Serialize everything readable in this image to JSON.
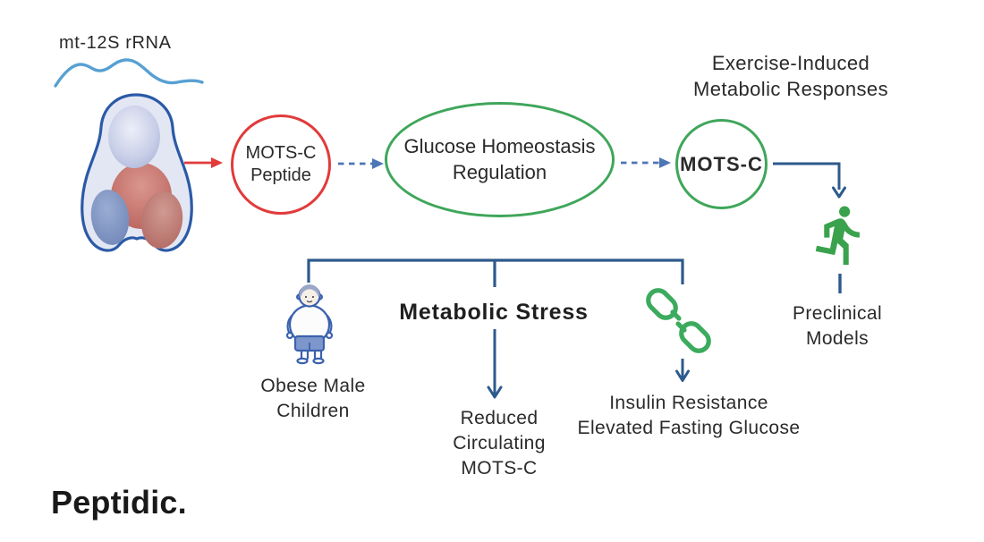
{
  "labels": {
    "rna": "mt-12S rRNA",
    "peptide_node": "MOTS-C Peptide",
    "glucose_node": "Glucose Homeostasis Regulation",
    "exercise_caption": "Exercise-Induced Metabolic Responses",
    "motsc_node": "MOTS-C",
    "preclinical": "Preclinical Models",
    "metabolic_stress": "Metabolic Stress",
    "obese": "Obese Male Children",
    "reduced": "Reduced Circulating MOTS-C",
    "insulin": "Insulin Resistance Elevated Fasting Glucose"
  },
  "brand": {
    "logo": "Peptidic."
  },
  "icons": {
    "mitochondria": "mitochondria-cell-illustration",
    "rna_strand": "wavy-rna-strand",
    "runner": "running-person",
    "chain": "broken-chain-link",
    "child": "obese-child"
  },
  "colors": {
    "red": "#e13b3b",
    "green": "#3fa65a",
    "steel_blue": "#4d76b5",
    "navy": "#2d5a8c",
    "rna_blue": "#57a0d2",
    "cell_outline": "#2b5aa6",
    "text": "#2a2a2a"
  }
}
